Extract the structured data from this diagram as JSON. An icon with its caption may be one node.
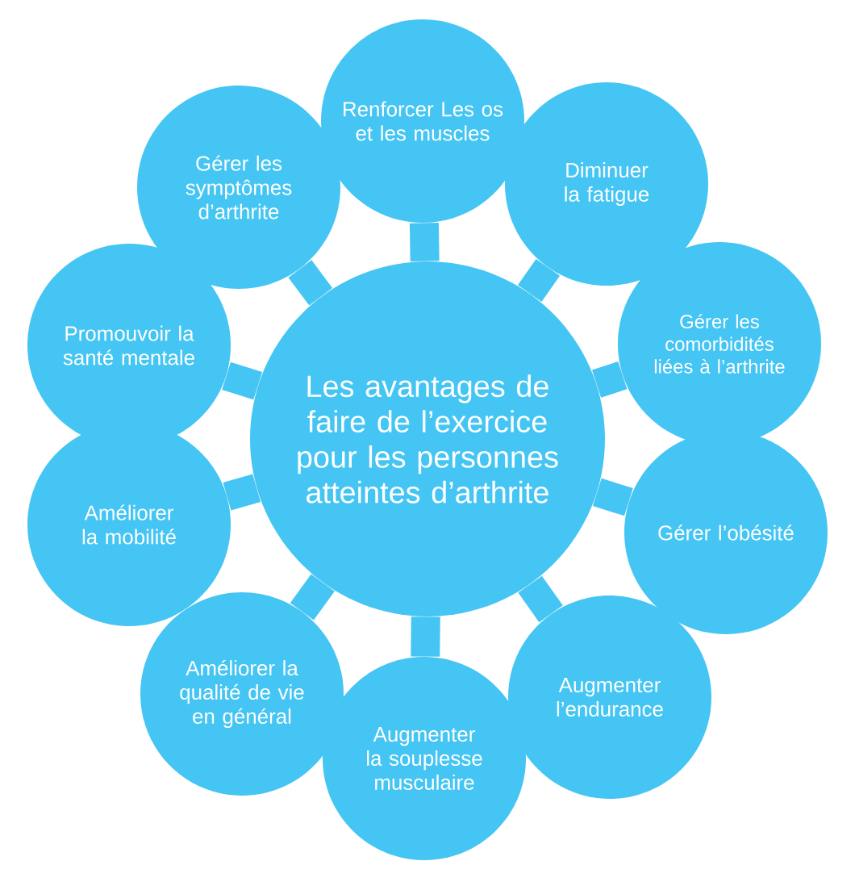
{
  "diagram": {
    "nodes": [
      {
        "text": [
          "Les avantages de faire de l’exercice pour les personnes atteintes d’arthrite"
        ]
      },
      {
        "text": [
          "Renforcer Les os et les muscles"
        ]
      },
      {
        "text": [
          "Diminuer la fatigue"
        ]
      },
      {
        "text": [
          "Gérer les comorbidités liées à l’arthrite"
        ]
      },
      {
        "text": [
          "Gérer l’obésité"
        ]
      },
      {
        "text": [
          "Augmenter l’endurance"
        ]
      },
      {
        "text": [
          "Augmenter la souplesse musculaire"
        ]
      },
      {
        "text": [
          "Améliorer la qualité de vie en général"
        ]
      },
      {
        "text": [
          "Améliorer la mobilité"
        ]
      },
      {
        "text": [
          "Promouvoir la santé mentale"
        ]
      },
      {
        "text": [
          "Gérer les symptômes d’arthrite"
        ]
      }
    ],
    "edges": [
      {
        "from": 0,
        "to": 1,
        "arrow": "none"
      },
      {
        "from": 0,
        "to": 2,
        "arrow": "none"
      },
      {
        "from": 0,
        "to": 3,
        "arrow": "none"
      },
      {
        "from": 0,
        "to": 4,
        "arrow": "none"
      },
      {
        "from": 0,
        "to": 5,
        "arrow": "none"
      },
      {
        "from": 0,
        "to": 6,
        "arrow": "none"
      },
      {
        "from": 0,
        "to": 7,
        "arrow": "none"
      },
      {
        "from": 0,
        "to": 8,
        "arrow": "none"
      },
      {
        "from": 0,
        "to": 9,
        "arrow": "none"
      },
      {
        "from": 0,
        "to": 10,
        "arrow": "none"
      }
    ]
  }
}
